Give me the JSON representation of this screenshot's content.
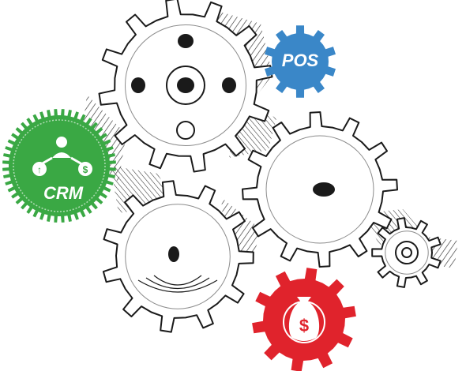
{
  "badges": {
    "pos": {
      "label": "POS",
      "color": "#3a87c8",
      "icon": "gear-badge"
    },
    "crm": {
      "label": "CRM",
      "color": "#3aa844",
      "icon": "people-network-icon"
    },
    "money": {
      "label": "",
      "color": "#e0232c",
      "icon": "money-bag-icon",
      "symbol": "$"
    }
  },
  "crm_nodes": {
    "left_symbol": "↑",
    "right_symbol": "$"
  },
  "colors": {
    "sketch_stroke": "#1a1a1a",
    "background": "#ffffff"
  }
}
